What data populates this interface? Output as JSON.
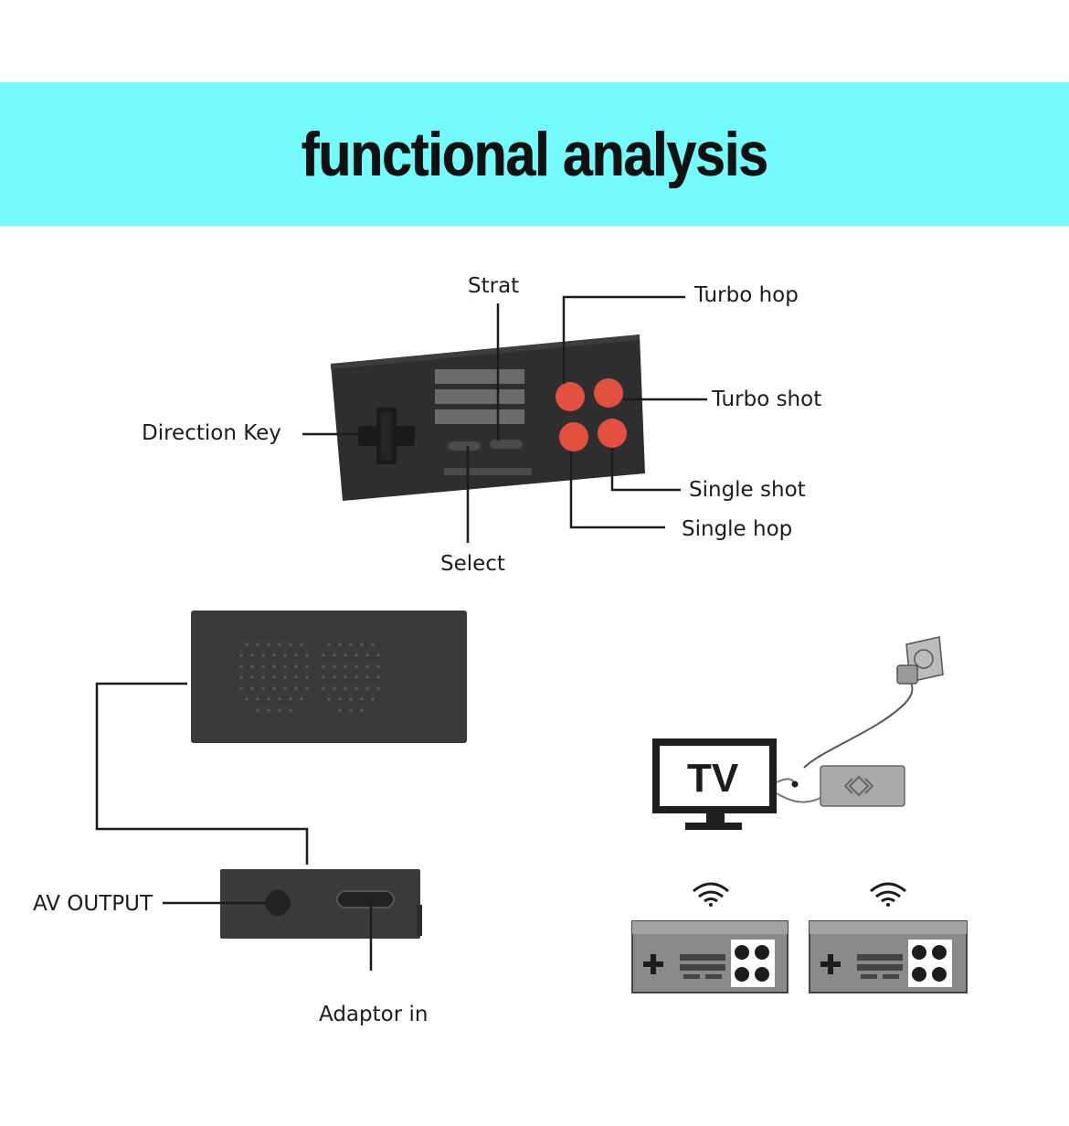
{
  "title": "functional analysis",
  "controller_labels": {
    "start": "Strat",
    "turbo_hop": "Turbo hop",
    "turbo_shot": "Turbo shot",
    "direction_key": "Direction Key",
    "single_shot": "Single shot",
    "single_hop": "Single hop",
    "select": "Select"
  },
  "console_labels": {
    "av_output": "AV OUTPUT",
    "adaptor_in": "Adaptor in"
  },
  "setup": {
    "tv_label": "TV"
  },
  "colors": {
    "banner": "#74fbfc",
    "controller_body": "#2e2e30",
    "action_button": "#e2513f",
    "console_body": "#3a3a3b",
    "mini_controller": "#8a8a8a"
  },
  "icons": [
    "dpad-icon",
    "speaker-grille-icon",
    "wifi-icon",
    "power-plug-icon",
    "tv-icon"
  ]
}
